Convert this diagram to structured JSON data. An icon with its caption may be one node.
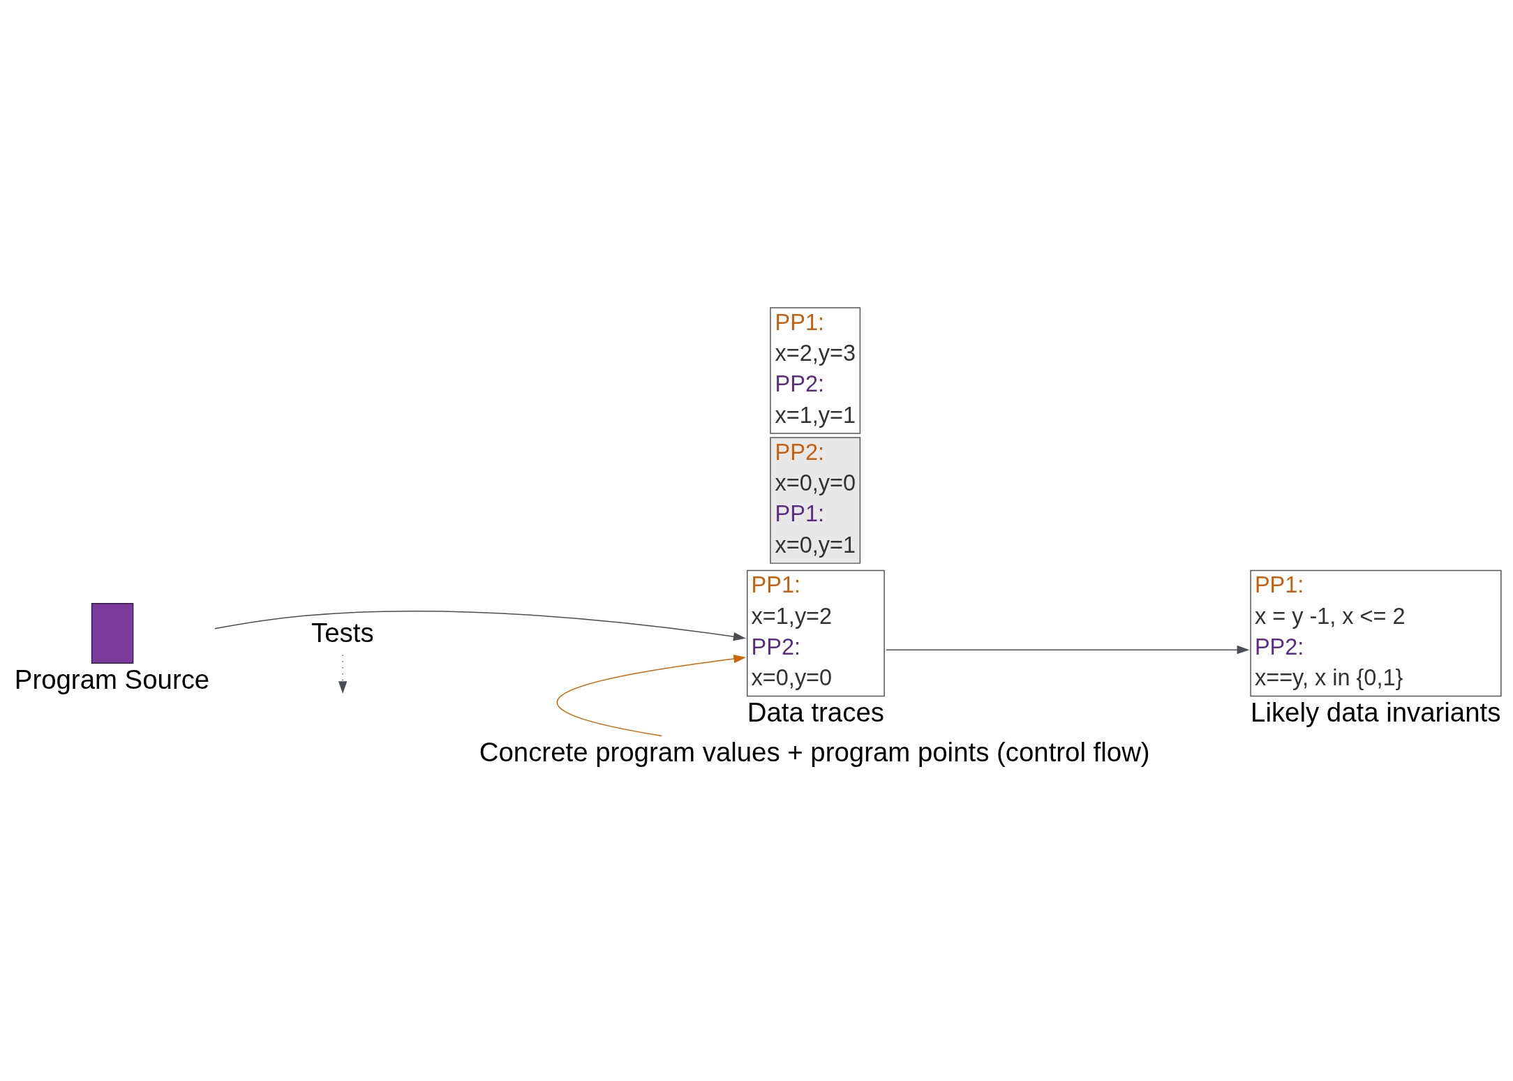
{
  "diagram": {
    "nodes": [
      {
        "text": [],
        "shape": "box",
        "beside": [
          "Program Source"
        ]
      },
      {
        "text": [
          "Tests"
        ]
      },
      {
        "text": [
          "PP1:",
          "x=2,y=3",
          "PP2:",
          "x=1,y=1"
        ]
      },
      {
        "text": [
          "PP2:",
          "x=0,y=0",
          "PP1:",
          "x=0,y=1"
        ]
      },
      {
        "text": [
          "PP1:",
          "x=1,y=2",
          "PP2:",
          "x=0,y=0"
        ],
        "beside": [
          "Data traces"
        ]
      },
      {
        "text": [
          "PP1:",
          "x = y -1, x <= 2",
          "PP2:",
          "x==y, x in {0,1}"
        ],
        "beside": [
          "Likely data invariants"
        ]
      },
      {
        "text": [
          "Concrete program values + program points (control flow)"
        ]
      }
    ],
    "edges": [
      {
        "from": 0,
        "to": 4,
        "arrow": "to"
      },
      {
        "from": 1,
        "to": null,
        "arrow": "to",
        "style": "dashed"
      },
      {
        "from": 4,
        "to": 5,
        "arrow": "to"
      },
      {
        "from": 6,
        "to": 4,
        "arrow": "to",
        "color": "#cc6600"
      }
    ]
  }
}
